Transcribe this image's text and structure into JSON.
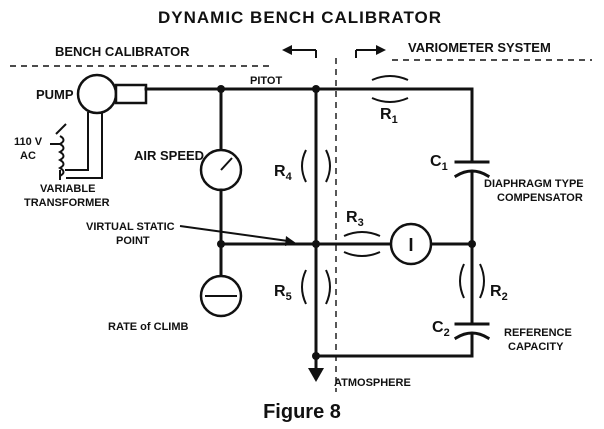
{
  "diagram": {
    "title": "DYNAMIC BENCH CALIBRATOR",
    "caption": "Figure 8",
    "sections": {
      "left": "BENCH CALIBRATOR",
      "right": "VARIOMETER SYSTEM"
    },
    "components": {
      "pump": "PUMP",
      "supply_line1": "110 V",
      "supply_line2": "AC",
      "transformer_line1": "VARIABLE",
      "transformer_line2": "TRANSFORMER",
      "pitot": "PITOT",
      "air_speed": "AIR SPEED",
      "static_line1": "VIRTUAL STATIC",
      "static_line2": "POINT",
      "rate_of_climb": "RATE of CLIMB",
      "r1": "R",
      "r1_sub": "1",
      "r2": "R",
      "r2_sub": "2",
      "r3": "R",
      "r3_sub": "3",
      "r4": "R",
      "r4_sub": "4",
      "r5": "R",
      "r5_sub": "5",
      "c1": "C",
      "c1_sub": "1",
      "c2": "C",
      "c2_sub": "2",
      "indicator": "I",
      "diaphragm_line1": "DIAPHRAGM TYPE",
      "diaphragm_line2": "COMPENSATOR",
      "reference_line1": "REFERENCE",
      "reference_line2": "CAPACITY",
      "atmosphere": "ATMOSPHERE"
    }
  }
}
